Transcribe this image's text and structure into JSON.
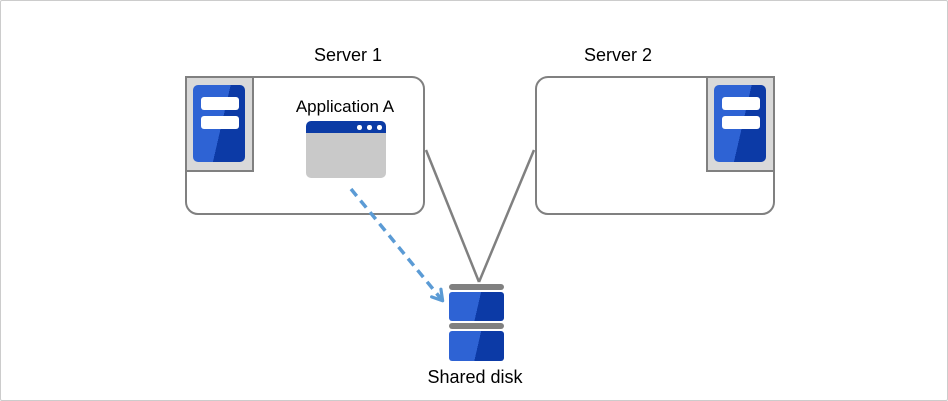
{
  "diagram": {
    "server1": {
      "title": "Server 1",
      "application_label": "Application A"
    },
    "server2": {
      "title": "Server 2"
    },
    "shared_disk": {
      "label": "Shared disk"
    },
    "icons": {
      "server1_icon": "server-tower-icon",
      "server2_icon": "server-tower-icon",
      "application_icon": "application-window-icon",
      "disk_icon": "stacked-disk-icon"
    },
    "colors": {
      "box_border": "#808080",
      "connector_gray": "#808080",
      "dashed_arrow_blue": "#5b9bd5",
      "tower_blue_light": "#2e63d4",
      "tower_blue_dark": "#0c3aa6",
      "window_titlebar_blue": "#0b3ba5",
      "window_body_gray": "#c9c9c9",
      "icon_frame_gray": "#d9d9d9",
      "disk_cap_gray": "#808080",
      "canvas_border": "#cccccc"
    }
  }
}
